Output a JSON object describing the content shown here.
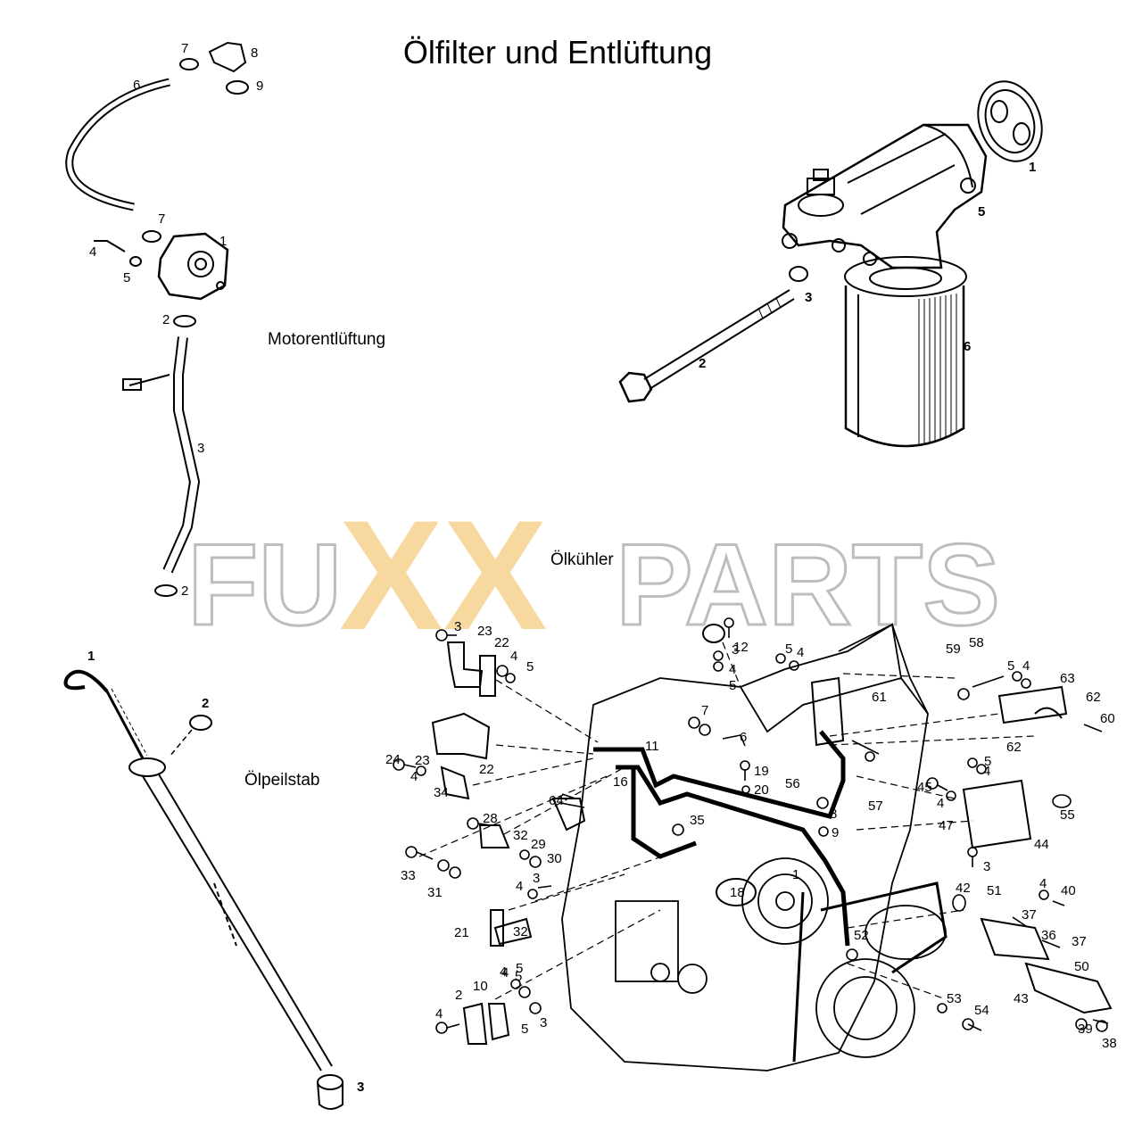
{
  "title": "Ölfilter und Entlüftung",
  "sections": {
    "motorentlueftung": "Motorentlüftung",
    "oelkuehler": "Ölkühler",
    "oelpeilstab": "Ölpeilstab"
  },
  "watermark": {
    "left": "FU",
    "mid": "XX",
    "right": "PARTS",
    "outline_color": "#bdbdbd",
    "accent_color": "#f7d9a0"
  },
  "colors": {
    "line": "#000000",
    "background": "#ffffff"
  },
  "callouts": {
    "filter": [
      "1",
      "5",
      "3",
      "6",
      "2"
    ],
    "breather": [
      "7",
      "8",
      "6",
      "9",
      "7",
      "1",
      "4",
      "5",
      "2",
      "3",
      "2"
    ],
    "dipstick": [
      "1",
      "2",
      "3"
    ],
    "cooler": [
      "3",
      "23",
      "22",
      "4",
      "5",
      "24",
      "4",
      "23",
      "22",
      "34",
      "28",
      "32",
      "33",
      "29",
      "30",
      "31",
      "4",
      "3",
      "21",
      "32",
      "2",
      "10",
      "4",
      "5",
      "3",
      "4",
      "5",
      "4",
      "5",
      "3",
      "12",
      "4",
      "5",
      "5",
      "4",
      "7",
      "6",
      "11",
      "16",
      "64",
      "19",
      "20",
      "35",
      "18",
      "56",
      "8",
      "9",
      "57",
      "1",
      "61",
      "59",
      "58",
      "5",
      "4",
      "63",
      "62",
      "60",
      "62",
      "5",
      "4",
      "45",
      "4",
      "55",
      "47",
      "44",
      "3",
      "42",
      "51",
      "4",
      "40",
      "37",
      "36",
      "37",
      "50",
      "43",
      "39",
      "38",
      "52",
      "53",
      "54"
    ]
  }
}
